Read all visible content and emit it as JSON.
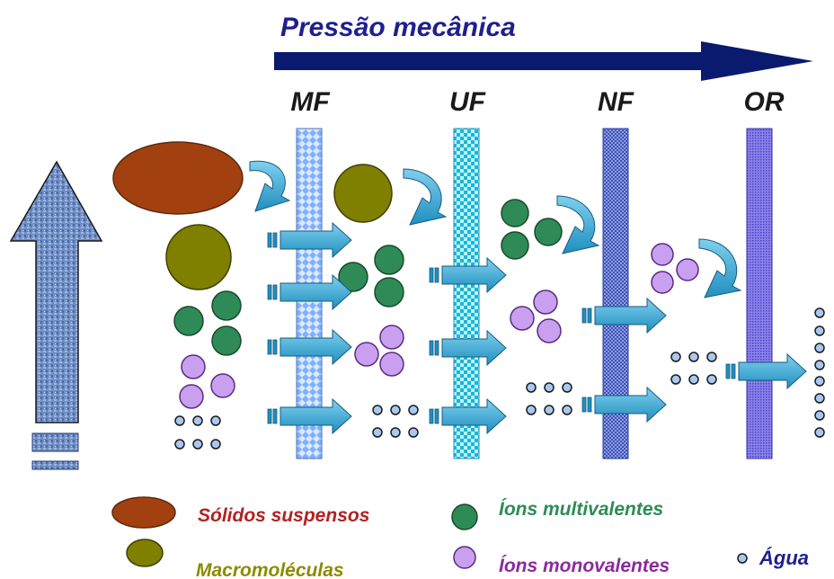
{
  "header": {
    "title": "Pressão mecânica"
  },
  "membranes": [
    {
      "label": "MF"
    },
    {
      "label": "UF"
    },
    {
      "label": "NF"
    },
    {
      "label": "OR"
    }
  ],
  "legend": {
    "suspended_solids": "Sólidos suspensos",
    "macromolecules": "Macromoléculas",
    "multivalent_ions": "Íons multivalentes",
    "monovalent_ions": "Íons monovalentes",
    "water": "Água"
  },
  "colors": {
    "title": "#1f1f8f",
    "header_arrow": "#0a1a6e",
    "suspended_solids": "#a3400f",
    "macromolecules": "#7f7f00",
    "multivalent_ions": "#2e8b57",
    "monovalent_ions": "#c9a0f0",
    "water": "#a9c8f0",
    "arrow_cyan": "#3aaad2",
    "legend_solids": "#b22222",
    "legend_macro": "#8b8b00",
    "legend_multi": "#2e8b57",
    "legend_mono": "#8b2a9c",
    "legend_water": "#1f1f8f"
  }
}
